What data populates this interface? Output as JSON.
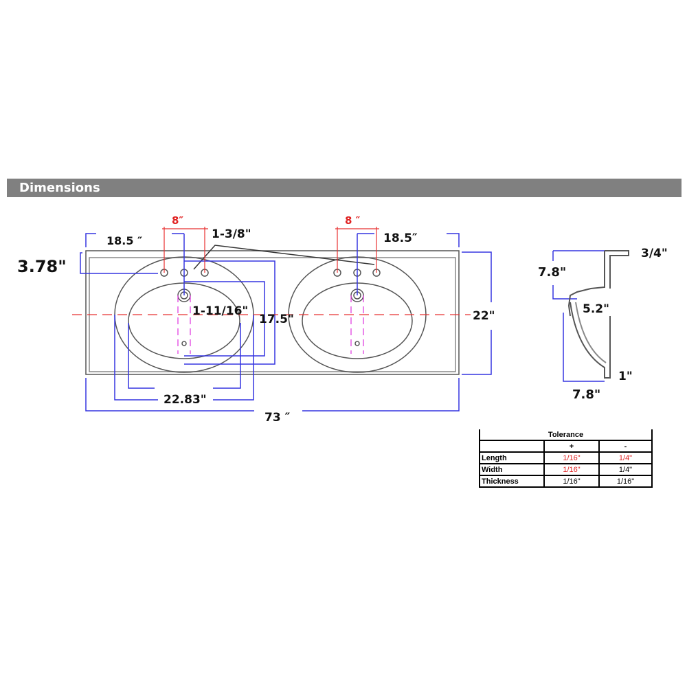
{
  "header": {
    "title": "Dimensions"
  },
  "front_view": {
    "left_side_width": "18.5 ″",
    "left_faucet_spread": "8″",
    "faucet_offset": "1-3/8\"",
    "right_faucet_spread": "8 ″",
    "right_side_width": "18.5″",
    "backsplash_height": "3.78\"",
    "drain_diameter": "1-11/16\"",
    "bowl_depth": "17.5\"",
    "total_depth": "22\"",
    "bowl_width": "22.83\"",
    "total_width": "73 ″"
  },
  "side_view": {
    "top_depth": "7.8\"",
    "top_thickness": "3/4\"",
    "bowl_offset": "5.2\"",
    "bottom_thickness": "1\"",
    "bottom_depth": "7.8\""
  },
  "tolerance_table": {
    "title": "Tolerance",
    "columns": [
      "",
      "+",
      "-"
    ],
    "rows": [
      {
        "label": "Length",
        "plus": "1/16\"",
        "minus": "1/4\""
      },
      {
        "label": "Width",
        "plus": "1/16\"",
        "minus": "1/4\""
      },
      {
        "label": "Thickness",
        "plus": "1/16\"",
        "minus": "1/16\""
      }
    ]
  },
  "colors": {
    "dimension": "#3535e0",
    "centerline": "#e83030",
    "header": "#808080"
  }
}
